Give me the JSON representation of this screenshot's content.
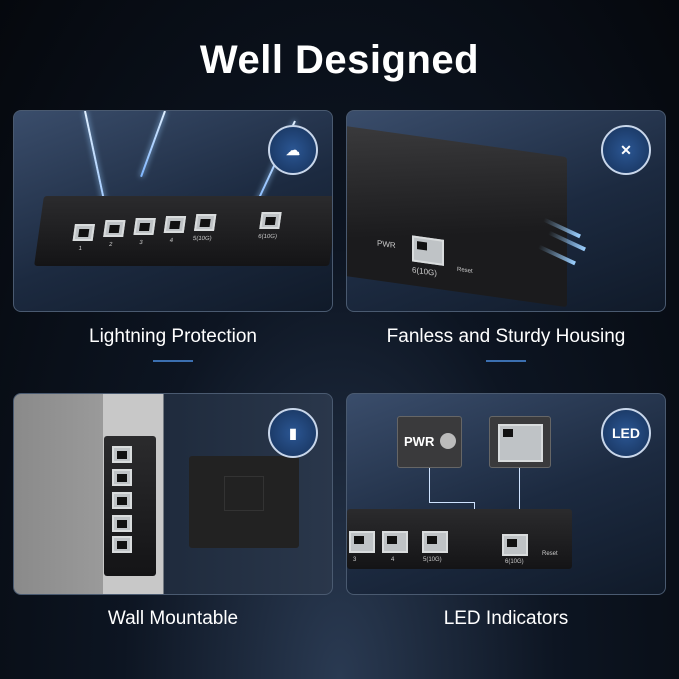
{
  "title": "Well Designed",
  "features": [
    {
      "caption": "Lightning Protection",
      "icon": "storm-cloud-icon"
    },
    {
      "caption": "Fanless and Sturdy Housing",
      "icon": "no-fan-icon"
    },
    {
      "caption": "Wall Mountable",
      "icon": "wall-mount-icon"
    },
    {
      "caption": "LED Indicators",
      "icon": "led-icon",
      "badge_text": "LED"
    }
  ],
  "switch": {
    "ports": [
      "1",
      "2",
      "3",
      "4",
      "5(10G)",
      "6(10G)"
    ],
    "pwr_label": "PWR",
    "reset_label": "Reset"
  },
  "colors": {
    "accent": "#2b5693",
    "bar": "#3b6fb0"
  }
}
